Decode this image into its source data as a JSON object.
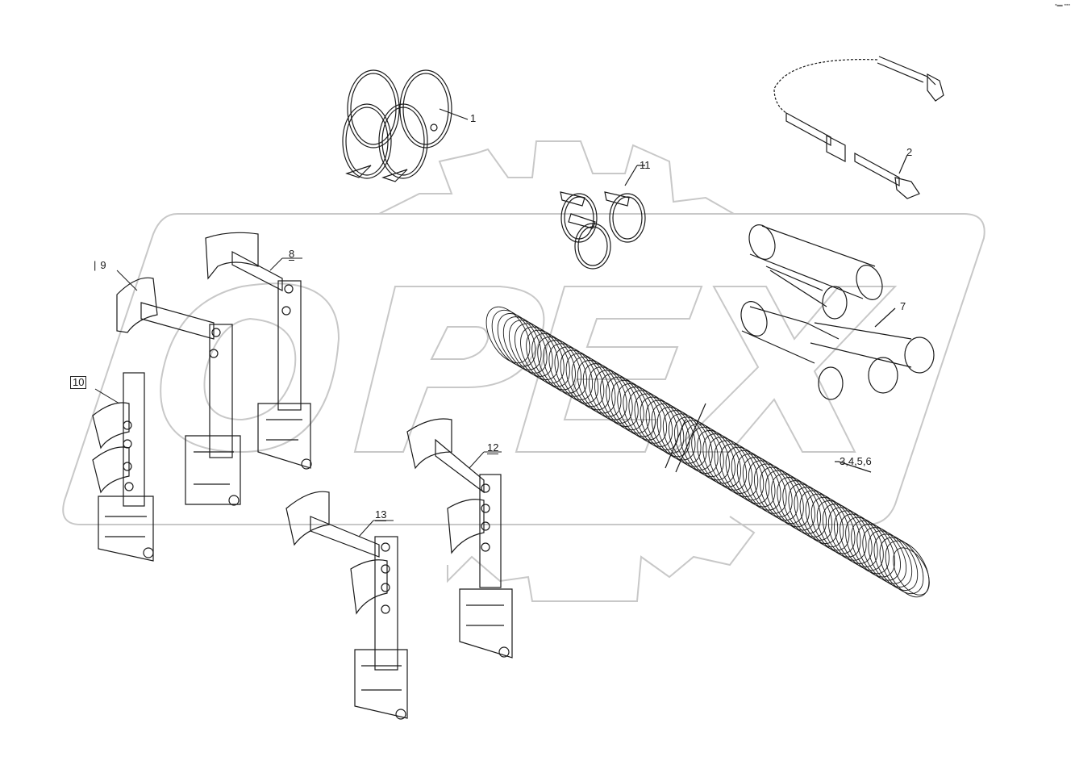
{
  "watermark": {
    "text": "OPEX",
    "color": "#c8c8c8"
  },
  "corner_text": "▪▬ ▪▪▪",
  "callouts": [
    {
      "id": "1",
      "label": "1",
      "part": "hose-clamp-rings"
    },
    {
      "id": "2",
      "label": "2",
      "part": "strap-with-buckle"
    },
    {
      "id": "3456",
      "label": "3,4,5,6",
      "part": "corrugated-hose"
    },
    {
      "id": "7",
      "label": "7",
      "part": "hose-sleeves"
    },
    {
      "id": "8",
      "label": "8",
      "part": "holder-bracket"
    },
    {
      "id": "9",
      "label": "9",
      "part": "holder-bracket"
    },
    {
      "id": "10",
      "label": "10",
      "part": "double-holder-bracket"
    },
    {
      "id": "11",
      "label": "11",
      "part": "clips"
    },
    {
      "id": "12",
      "label": "12",
      "part": "double-holder-bracket"
    },
    {
      "id": "13",
      "label": "13",
      "part": "double-holder-bracket"
    }
  ],
  "colors": {
    "line": "#1a1a1a",
    "watermark": "#c8c8c8"
  }
}
